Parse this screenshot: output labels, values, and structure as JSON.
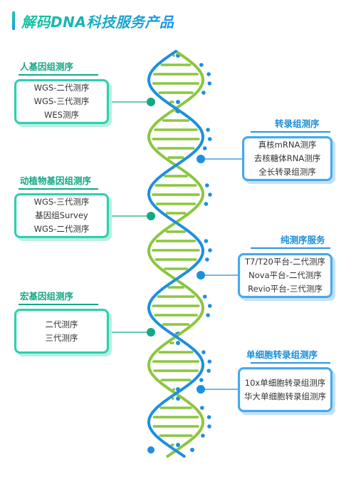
{
  "title": "解码DNA科技服务产品",
  "colors": {
    "green_accent": "#14a886",
    "blue_accent": "#1a8fd8",
    "helix_green": "#8cc63f",
    "helix_blue": "#1e8fe0",
    "dot_green": "#14a886"
  },
  "sections": [
    {
      "id": "human",
      "title": "人基因组测序",
      "side": "left",
      "items": [
        "WGS-二代测序",
        "WGS-三代测序",
        "WES测序"
      ]
    },
    {
      "id": "transcriptome",
      "title": "转录组测序",
      "side": "right",
      "items": [
        "真核mRNA测序",
        "去核糖体RNA测序",
        "全长转录组测序"
      ]
    },
    {
      "id": "animal-plant",
      "title": "动植物基因组测序",
      "side": "left",
      "items": [
        "WGS-三代测序",
        "基因组Survey",
        "WGS-二代测序"
      ]
    },
    {
      "id": "pure-seq",
      "title": "纯测序服务",
      "side": "right",
      "items": [
        "T7/T20平台-二代测序",
        "Nova平台-二代测序",
        "Revio平台-三代测序"
      ]
    },
    {
      "id": "metagenome",
      "title": "宏基因组测序",
      "side": "left",
      "items": [
        "二代测序",
        "三代测序"
      ]
    },
    {
      "id": "single-cell",
      "title": "单细胞转录组测序",
      "side": "right",
      "items": [
        "10x单细胞转录组测序",
        "华大单细胞转录组测序"
      ]
    }
  ]
}
